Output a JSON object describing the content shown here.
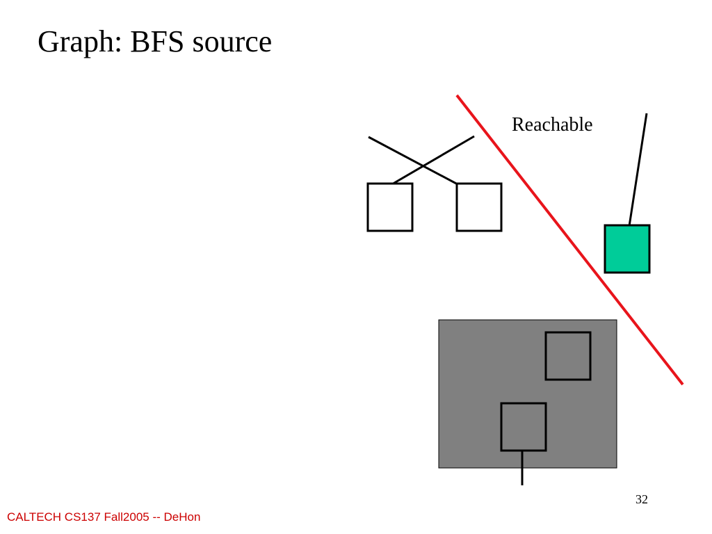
{
  "slide": {
    "title": "Graph: BFS source",
    "reachable_label": "Reachable",
    "page_number": "32",
    "footer": "CALTECH CS137 Fall2005 -- DeHon"
  },
  "colors": {
    "boundary": "#e8141b",
    "reached_node": "#00cc99",
    "region_fill": "#808080",
    "footer_text": "#cc0000"
  }
}
